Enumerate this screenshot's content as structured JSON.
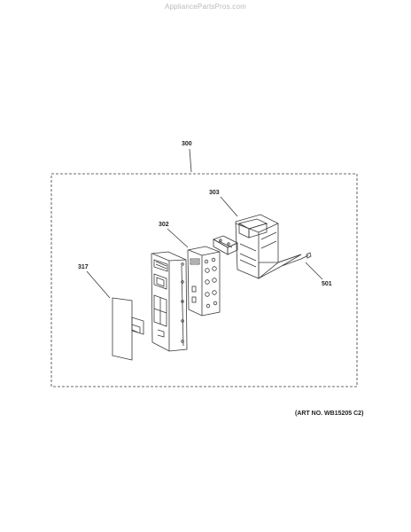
{
  "watermark": "AppliancePartsPros.com",
  "callouts": {
    "assembly": "300",
    "board": "302",
    "module": "303",
    "membrane": "317",
    "screw": "501"
  },
  "art_number": "(ART NO. WB15205 C2)",
  "colors": {
    "line": "#3a3a3a",
    "watermark": "#b9b9b9"
  }
}
